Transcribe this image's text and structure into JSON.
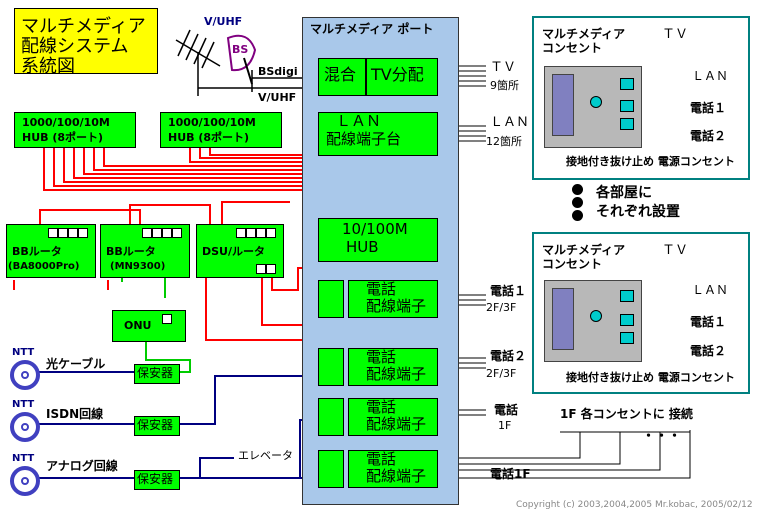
{
  "title": {
    "line1": "マルチメディア",
    "line2": "配線システム",
    "line3": "系統図"
  },
  "antenna": {
    "vuhf_top": "V/UHF",
    "bs": "BS",
    "bsdigi": "BSdigi",
    "vuhf_bottom": "V/UHF"
  },
  "port_panel": {
    "title": "マルチメディア ポート"
  },
  "mixer": {
    "label": "混合"
  },
  "tv_splitter": {
    "label": "TV分配"
  },
  "tv_out": {
    "label": "ＴＶ",
    "count": "9箇所"
  },
  "lan_terminal": {
    "line1": "ＬＡＮ",
    "line2": "配線端子台"
  },
  "lan_out": {
    "label": "ＬＡＮ",
    "count": "12箇所"
  },
  "hubs": [
    {
      "line1": "1000/100/10M",
      "line2": "HUB (8ポート)"
    },
    {
      "line1": "1000/100/10M",
      "line2": "HUB (8ポート)"
    }
  ],
  "hub_inner": {
    "line1": "10/100M",
    "line2": "HUB"
  },
  "routers": [
    {
      "name": "BBルータ",
      "model": "(BA8000Pro)"
    },
    {
      "name": "BBルータ",
      "model": "(MN9300)"
    },
    {
      "name": "DSU/ルータ",
      "model": ""
    }
  ],
  "onu": {
    "label": "ONU"
  },
  "lines": [
    {
      "ntt": "NTT",
      "name": "光ケーブル",
      "protector": "保安器"
    },
    {
      "ntt": "NTT",
      "name": "ISDN回線",
      "protector": "保安器"
    },
    {
      "ntt": "NTT",
      "name": "アナログ回線",
      "protector": "保安器"
    }
  ],
  "elevator": {
    "label": "エレベータ"
  },
  "phone_terminals": [
    {
      "line1": "電話",
      "line2": "配線端子"
    },
    {
      "line1": "電話",
      "line2": "配線端子"
    },
    {
      "line1": "電話",
      "line2": "配線端子"
    },
    {
      "line1": "電話",
      "line2": "配線端子"
    }
  ],
  "phone_outputs": [
    {
      "label": "電話１",
      "floors": "2F/3F"
    },
    {
      "label": "電話２",
      "floors": "2F/3F"
    },
    {
      "label": "電話",
      "floors": "1F"
    },
    {
      "label": "電話1F",
      "floors": ""
    }
  ],
  "outlet_1f_note": {
    "label": "1F 各コンセントに 接続"
  },
  "outlets": [
    {
      "title_line1": "マルチメディア",
      "title_line2": "コンセント",
      "tv": "ＴＶ",
      "lan": "ＬＡＮ",
      "phone1": "電話１",
      "phone2": "電話２",
      "power": "接地付き抜け止め 電源コンセント"
    },
    {
      "title_line1": "マルチメディア",
      "title_line2": "コンセント",
      "tv": "ＴＶ",
      "lan": "ＬＡＮ",
      "phone1": "電話１",
      "phone2": "電話２",
      "power": "接地付き抜け止め 電源コンセント"
    }
  ],
  "room_note": {
    "line1": "各部屋に",
    "line2": "それぞれ設置"
  },
  "ellipsis": "・・・",
  "copyright": "Copyright (c) 2003,2004,2005 Mr.kobac, 2005/02/12",
  "colors": {
    "lan_wire": "#ff0000",
    "phone_wire": "#000080",
    "fiber_wire": "#00cc00",
    "box": "#00ff00",
    "panel": "#a9c8ea",
    "frame": "#008080"
  }
}
